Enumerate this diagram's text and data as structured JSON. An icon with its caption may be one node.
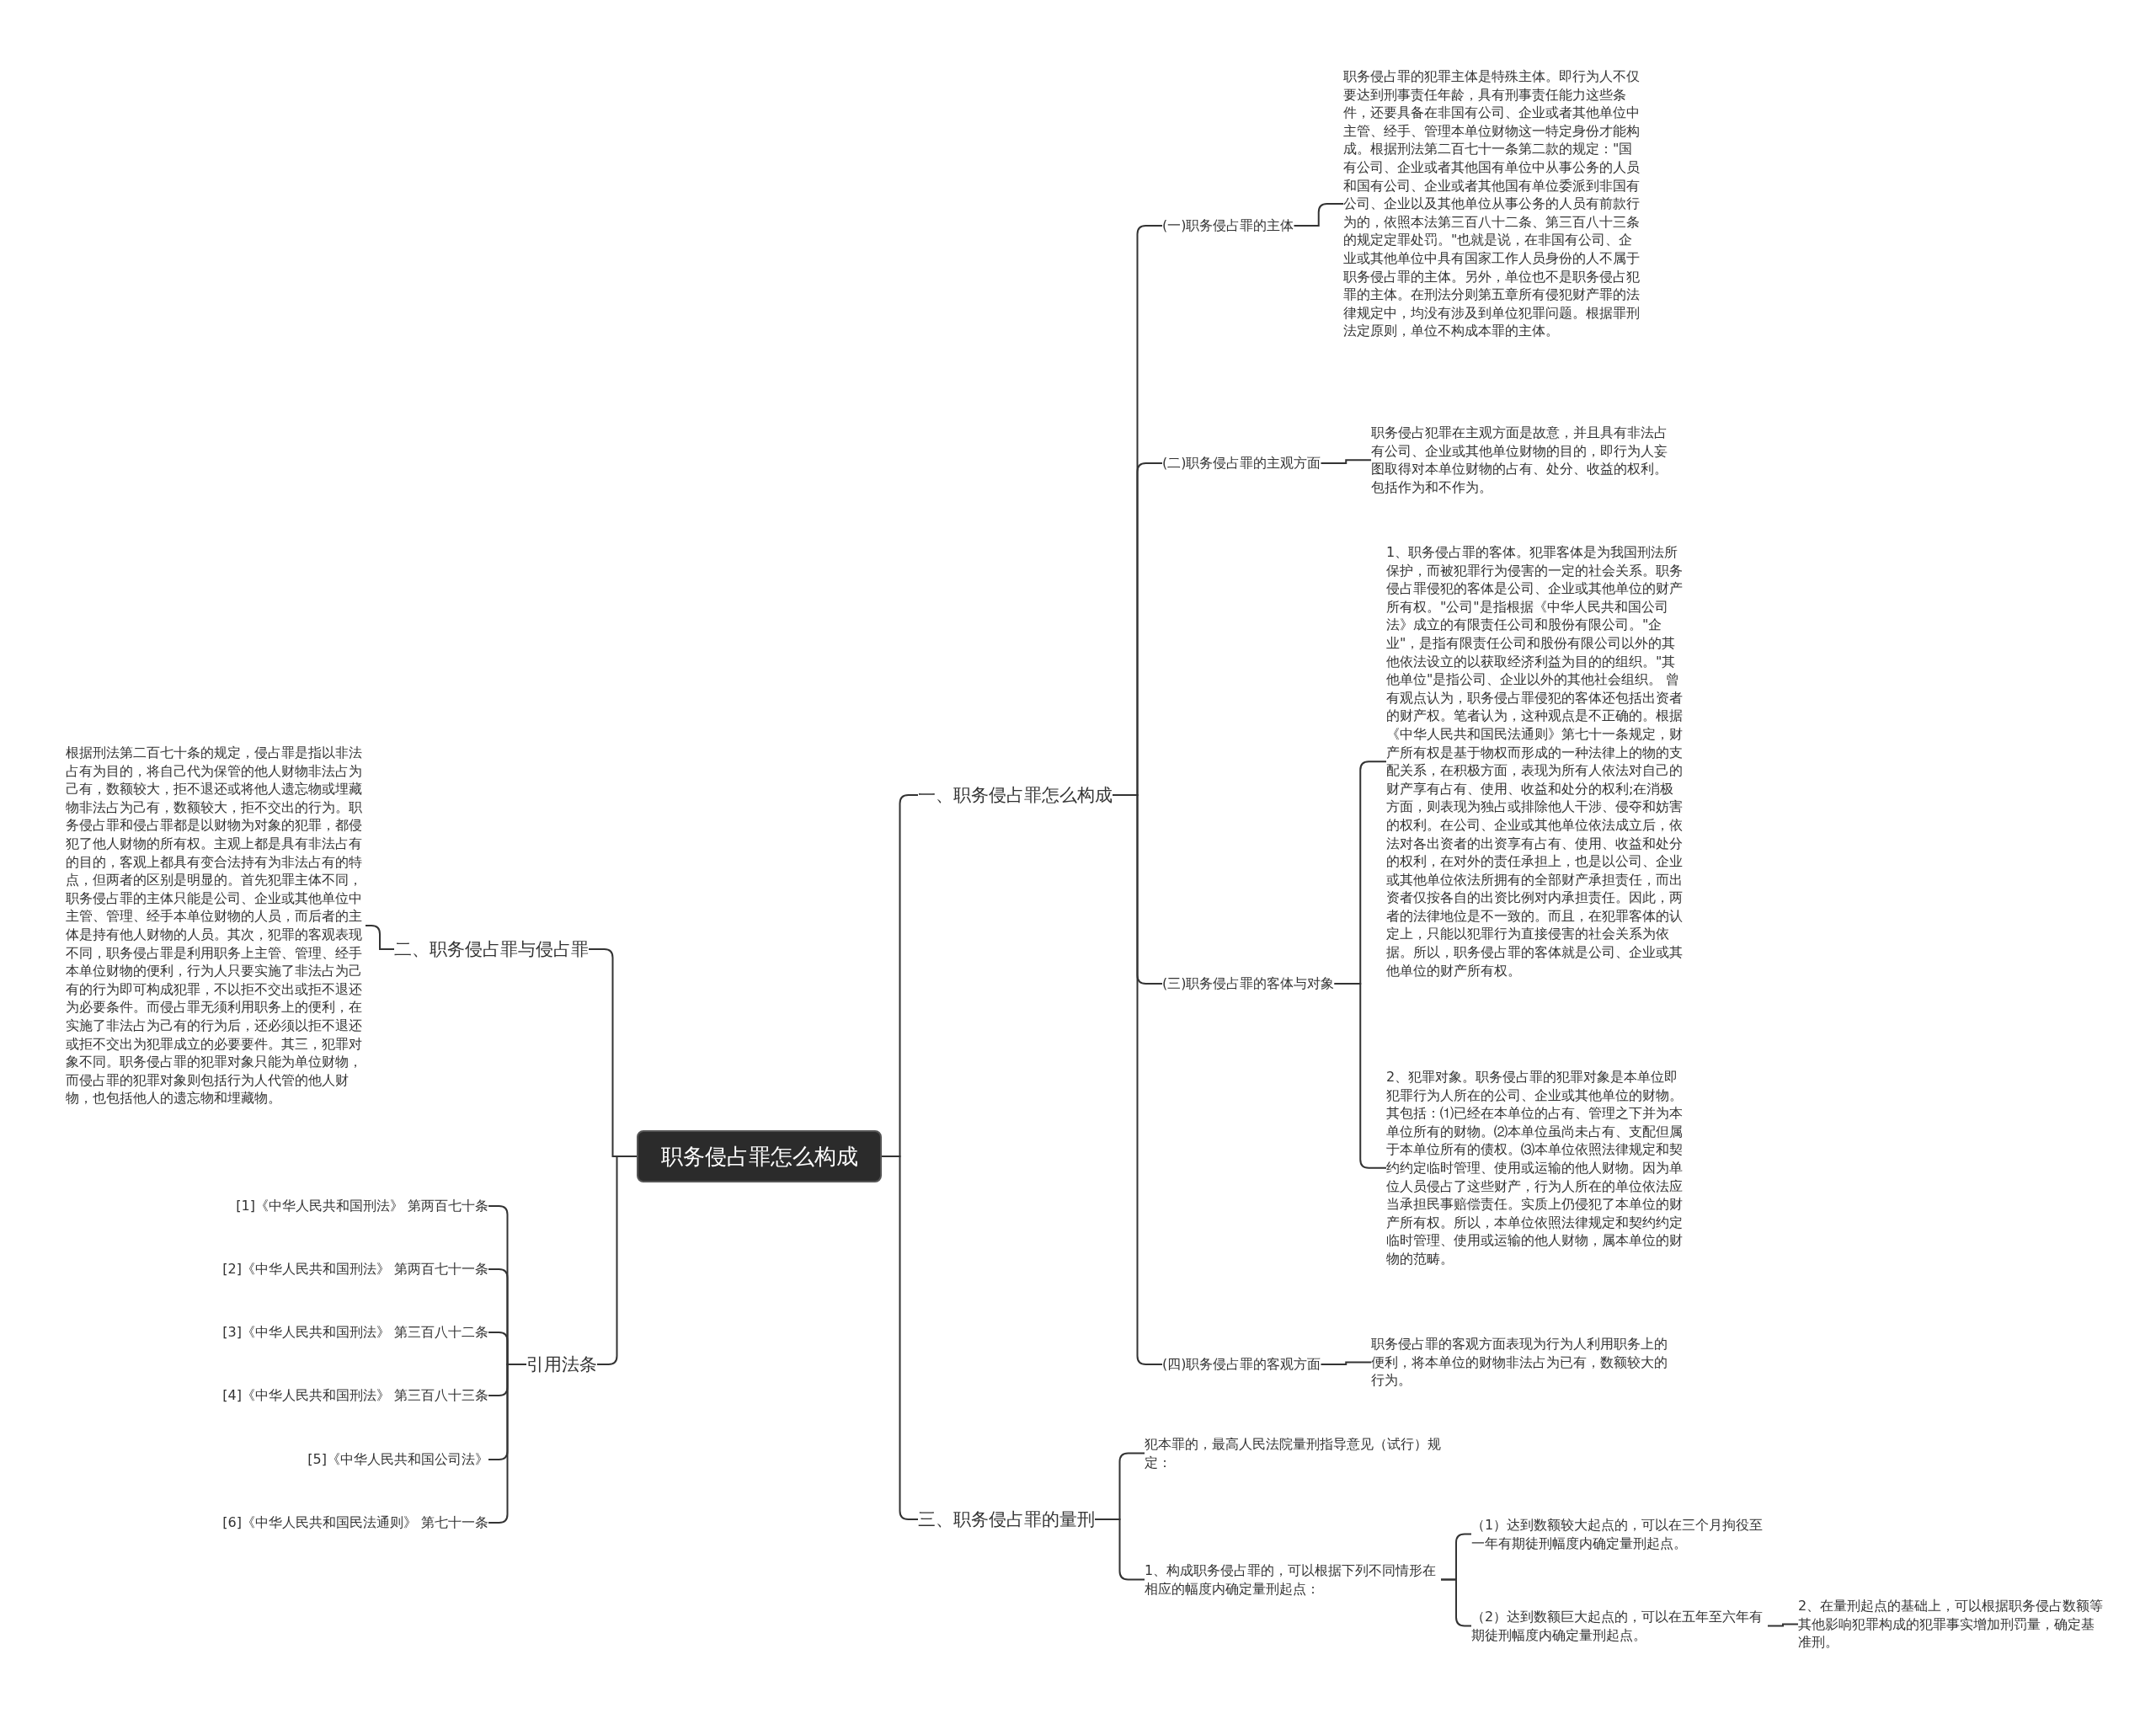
{
  "diagram": {
    "nodes": [
      {
        "text": [
          "职务侵占罪怎么构成"
        ]
      },
      {
        "text": [
          "一、职务侵占罪怎么构成"
        ]
      },
      {
        "text": [
          "(一)职务侵占罪的主体"
        ]
      },
      {
        "text": [
          "职务侵占罪的犯罪主体是特殊主体。即行为人不仅要达到刑事责任年龄，具有刑事责任能力这些条件，还要具备在非国有公司、企业或者其他单位中主管、经手、管理本单位财物这一特定身份才能构成。根据刑法第二百七十一条第二款的规定：\"国有公司、企业或者其他国有单位中从事公务的人员和国有公司、企业或者其他国有单位委派到非国有公司、企业以及其他单位从事公务的人员有前款行为的，依照本法第三百八十二条、第三百八十三条的规定定罪处罚。\"也就是说，在非国有公司、企业或其他单位中具有国家工作人员身份的人不属于职务侵占罪的主体。另外，单位也不是职务侵占犯罪的主体。在刑法分则第五章所有侵犯财产罪的法律规定中，均没有涉及到单位犯罪问题。根据罪刑法定原则，单位不构成本罪的主体。"
        ]
      },
      {
        "text": [
          "(二)职务侵占罪的主观方面"
        ]
      },
      {
        "text": [
          "职务侵占犯罪在主观方面是故意，并且具有非法占有公司、企业或其他单位财物的目的，即行为人妄图取得对本单位财物的占有、处分、收益的权利。包括作为和不作为。"
        ]
      },
      {
        "text": [
          "(三)职务侵占罪的客体与对象"
        ]
      },
      {
        "text": [
          "1、职务侵占罪的客体。犯罪客体是为我国刑法所保护，而被犯罪行为侵害的一定的社会关系。职务侵占罪侵犯的客体是公司、企业或其他单位的财产所有权。\"公司\"是指根据《中华人民共和国公司法》成立的有限责任公司和股份有限公司。\"企业\"，是指有限责任公司和股份有限公司以外的其他依法设立的以获取经济利益为目的的组织。\"其他单位\"是指公司、企业以外的其他社会组织。 曾有观点认为，职务侵占罪侵犯的客体还包括出资者的财产权。笔者认为，这种观点是不正确的。根据《中华人民共和国民法通则》第七十一条规定，财产所有权是基于物权而形成的一种法律上的物的支配关系，在积极方面，表现为所有人依法对自己的财产享有占有、使用、收益和处分的权利;在消极方面，则表现为独占或排除他人干涉、侵夺和妨害的权利。在公司、企业或其他单位依法成立后，依法对各出资者的出资享有占有、使用、收益和处分的权利，在对外的责任承担上，也是以公司、企业或其他单位依法所拥有的全部财产承担责任，而出资者仅按各自的出资比例对内承担责任。因此，两者的法律地位是不一致的。而且，在犯罪客体的认定上，只能以犯罪行为直接侵害的社会关系为依据。所以，职务侵占罪的客体就是公司、企业或其他单位的财产所有权。"
        ]
      },
      {
        "text": [
          "2、犯罪对象。职务侵占罪的犯罪对象是本单位即犯罪行为人所在的公司、企业或其他单位的财物。其包括：⑴已经在本单位的占有、管理之下并为本单位所有的财物。⑵本单位虽尚未占有、支配但属于本单位所有的债权。⑶本单位依照法律规定和契约约定临时管理、使用或运输的他人财物。因为单位人员侵占了这些财产，行为人所在的单位依法应当承担民事赔偿责任。实质上仍侵犯了本单位的财产所有权。所以，本单位依照法律规定和契约约定临时管理、使用或运输的他人财物，属本单位的财物的范畴。"
        ]
      },
      {
        "text": [
          "(四)职务侵占罪的客观方面"
        ]
      },
      {
        "text": [
          "职务侵占罪的客观方面表现为行为人利用职务上的便利，将本单位的财物非法占为已有，数额较大的行为。"
        ]
      },
      {
        "text": [
          "三、职务侵占罪的量刑"
        ]
      },
      {
        "text": [
          "犯本罪的，最高人民法院量刑指导意见（试行）规定："
        ]
      },
      {
        "text": [
          "1、构成职务侵占罪的，可以根据下列不同情形在相应的幅度内确定量刑起点："
        ]
      },
      {
        "text": [
          "（1）达到数额较大起点的，可以在三个月拘役至一年有期徒刑幅度内确定量刑起点。"
        ]
      },
      {
        "text": [
          "（2）达到数额巨大起点的，可以在五年至六年有期徒刑幅度内确定量刑起点。"
        ]
      },
      {
        "text": [
          "2、在量刑起点的基础上，可以根据职务侵占数额等其他影响犯罪构成的犯罪事实增加刑罚量，确定基准刑。"
        ]
      },
      {
        "text": [
          "二、职务侵占罪与侵占罪"
        ]
      },
      {
        "text": [
          "根据刑法第二百七十条的规定，侵占罪是指以非法占有为目的，将自己代为保管的他人财物非法占为己有，数额较大，拒不退还或将他人遗忘物或埋藏物非法占为己有，数额较大，拒不交出的行为。职务侵占罪和侵占罪都是以财物为对象的犯罪，都侵犯了他人财物的所有权。主观上都是具有非法占有的目的，客观上都具有变合法持有为非法占有的特点，但两者的区别是明显的。首先犯罪主体不同，职务侵占罪的主体只能是公司、企业或其他单位中主管、管理、经手本单位财物的人员，而后者的主体是持有他人财物的人员。其次，犯罪的客观表现不同，职务侵占罪是利用职务上主管、管理、经手本单位财物的便利，行为人只要实施了非法占为己有的行为即可构成犯罪，不以拒不交出或拒不退还为必要条件。而侵占罪无须利用职务上的便利，在实施了非法占为己有的行为后，还必须以拒不退还或拒不交出为犯罪成立的必要要件。其三，犯罪对象不同。职务侵占罪的犯罪对象只能为单位财物，而侵占罪的犯罪对象则包括行为人代管的他人财物，也包括他人的遗忘物和埋藏物。"
        ]
      },
      {
        "text": [
          "引用法条"
        ]
      },
      {
        "text": [
          "[1]《中华人民共和国刑法》 第两百七十条"
        ]
      },
      {
        "text": [
          "[2]《中华人民共和国刑法》 第两百七十一条"
        ]
      },
      {
        "text": [
          "[3]《中华人民共和国刑法》 第三百八十二条"
        ]
      },
      {
        "text": [
          "[4]《中华人民共和国刑法》 第三百八十三条"
        ]
      },
      {
        "text": [
          "[5]《中华人民共和国公司法》"
        ]
      },
      {
        "text": [
          "[6]《中华人民共和国民法通则》 第七十一条"
        ]
      }
    ],
    "edges": [
      {
        "from": 0,
        "to": 1,
        "arrow": "none"
      },
      {
        "from": 0,
        "to": 11,
        "arrow": "none"
      },
      {
        "from": 0,
        "to": 17,
        "arrow": "none"
      },
      {
        "from": 0,
        "to": 19,
        "arrow": "none"
      },
      {
        "from": 1,
        "to": 2,
        "arrow": "none"
      },
      {
        "from": 1,
        "to": 4,
        "arrow": "none"
      },
      {
        "from": 1,
        "to": 6,
        "arrow": "none"
      },
      {
        "from": 1,
        "to": 9,
        "arrow": "none"
      },
      {
        "from": 2,
        "to": 3,
        "arrow": "none"
      },
      {
        "from": 4,
        "to": 5,
        "arrow": "none"
      },
      {
        "from": 6,
        "to": 7,
        "arrow": "none"
      },
      {
        "from": 6,
        "to": 8,
        "arrow": "none"
      },
      {
        "from": 9,
        "to": 10,
        "arrow": "none"
      },
      {
        "from": 11,
        "to": 12,
        "arrow": "none"
      },
      {
        "from": 11,
        "to": 13,
        "arrow": "none"
      },
      {
        "from": 13,
        "to": 14,
        "arrow": "none"
      },
      {
        "from": 13,
        "to": 15,
        "arrow": "none"
      },
      {
        "from": 15,
        "to": 16,
        "arrow": "none"
      },
      {
        "from": 17,
        "to": 18,
        "arrow": "none"
      },
      {
        "from": 19,
        "to": 20,
        "arrow": "none"
      },
      {
        "from": 19,
        "to": 21,
        "arrow": "none"
      },
      {
        "from": 19,
        "to": 22,
        "arrow": "none"
      },
      {
        "from": 19,
        "to": 23,
        "arrow": "none"
      },
      {
        "from": 19,
        "to": 24,
        "arrow": "none"
      },
      {
        "from": 19,
        "to": 25,
        "arrow": "none"
      }
    ]
  }
}
